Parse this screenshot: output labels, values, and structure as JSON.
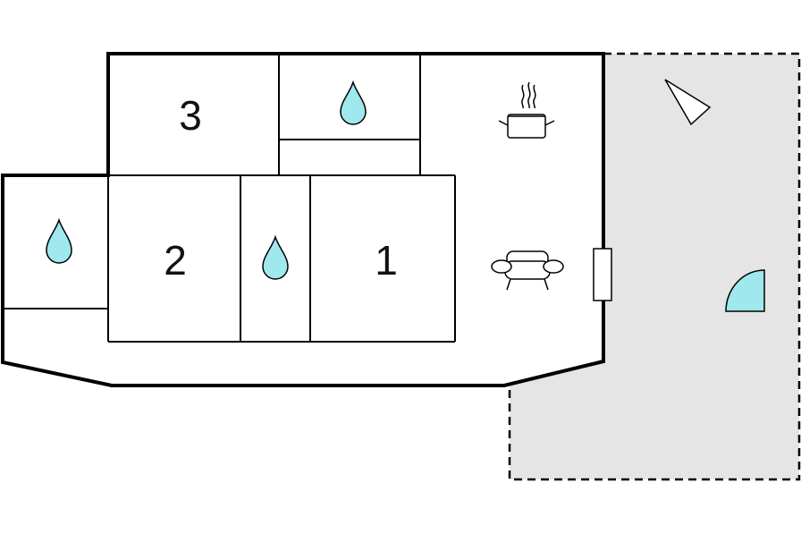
{
  "rooms": [
    {
      "id": "bedroom-1",
      "label": "1"
    },
    {
      "id": "bedroom-2",
      "label": "2"
    },
    {
      "id": "bedroom-3",
      "label": "3"
    }
  ],
  "icons": {
    "water_drop_color": "#9ee8ee",
    "shower_quarter_color": "#9ee8ee",
    "terrace_color": "#e5e5e5",
    "wall_color": "#000000",
    "room_fill": "#ffffff"
  },
  "symbols": [
    "water-drop-icon",
    "cooking-pot-icon",
    "sofa-icon",
    "compass-triangle-icon",
    "quarter-circle-shower-icon",
    "window-door-icon"
  ]
}
